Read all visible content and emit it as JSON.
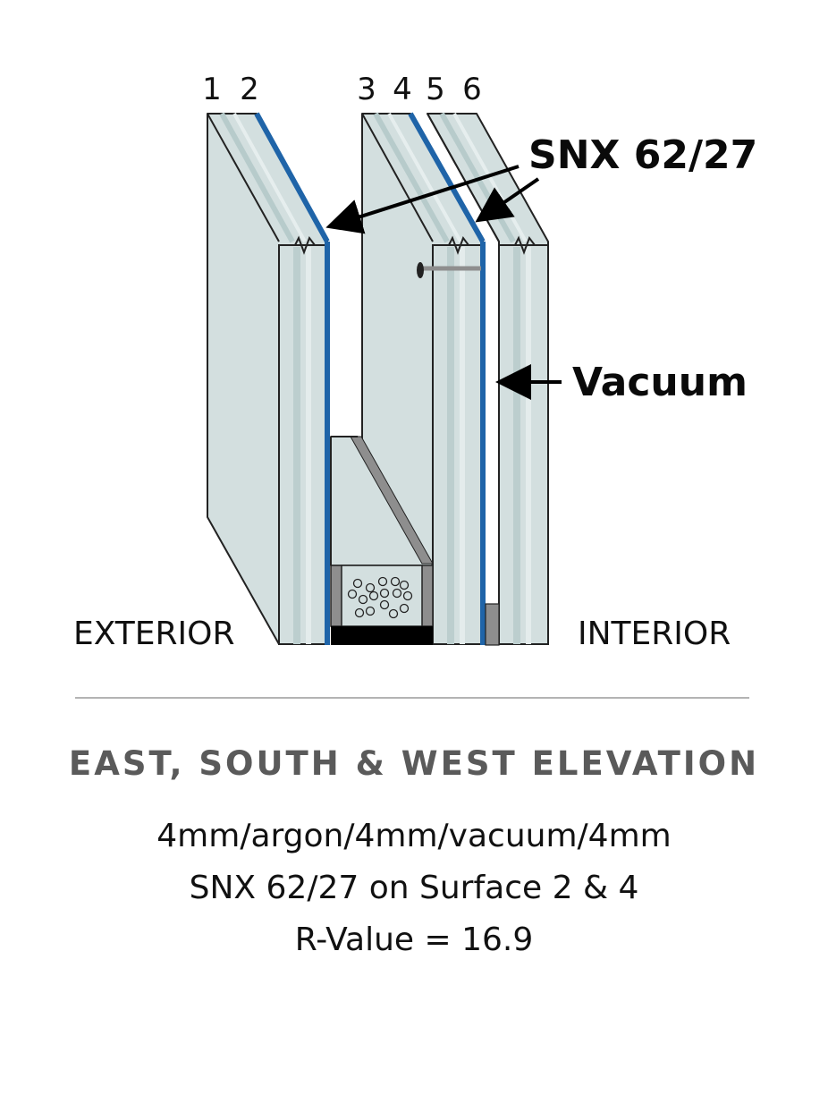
{
  "diagram": {
    "surface_numbers": [
      "1",
      "2",
      "3",
      "4",
      "5",
      "6"
    ],
    "coating_callout": "SNX 62/27",
    "vacuum_callout": "Vacuum",
    "exterior_label": "EXTERIOR",
    "interior_label": "INTERIOR",
    "colors": {
      "glass": "#d3dfdf",
      "glass_stripe": "#bcceCe",
      "coating": "#1f64a8",
      "spacer": "#8e8e8e",
      "sealant": "#000000"
    }
  },
  "caption": {
    "title": "EAST, SOUTH & WEST ELEVATION",
    "spec_lines": [
      "4mm/argon/4mm/vacuum/4mm",
      "SNX 62/27 on Surface 2 & 4",
      "R-Value = 16.9"
    ]
  }
}
